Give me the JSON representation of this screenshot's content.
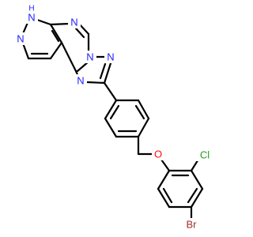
{
  "colors": {
    "nitrogen": "#1f1fff",
    "chlorine": "#1fa01f",
    "bromine": "#a52a2a",
    "oxygen": "#ff0d0d",
    "carbon_bond": "#000000"
  },
  "atoms": {
    "n_h": "N",
    "h": "H",
    "n_pyrazole": "N",
    "n_pyrimidine": "N",
    "n_bridge": "N",
    "n_triazole_top": "N",
    "n_triazole_left": "N",
    "o": "O",
    "cl": "Cl",
    "br": "Br"
  }
}
